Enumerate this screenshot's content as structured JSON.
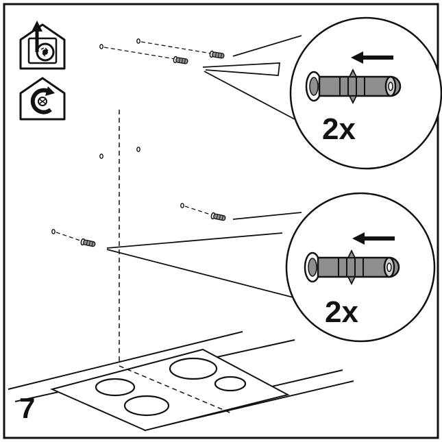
{
  "step_number": "7",
  "callout_top": {
    "quantity": "2x"
  },
  "callout_bottom": {
    "quantity": "2x"
  },
  "icons": {
    "ducted_mode": "ducted-extraction-house-icon",
    "recirculation_mode": "recirculation-house-icon",
    "direction": "arrow-left-icon",
    "part": "wall-plug-icon"
  },
  "colors": {
    "ink": "#111111",
    "paper": "#ffffff",
    "plug_fill": "#8f8f8f"
  }
}
